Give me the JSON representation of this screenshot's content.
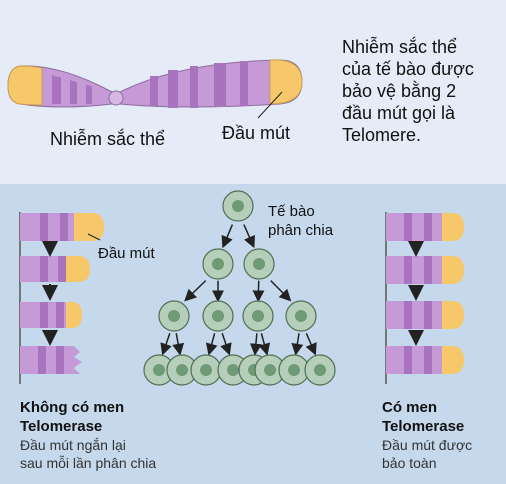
{
  "top": {
    "description_lines": [
      "Nhiễm sắc thể",
      "của tế bào được",
      "bảo vệ bằng 2",
      "đầu mút gọi là",
      "Telomere."
    ],
    "chromosome_label": "Nhiễm sắc thể",
    "telomere_label": "Đầu mút"
  },
  "center": {
    "dividing_cell_lines": [
      "Tế bào",
      "phân chia"
    ]
  },
  "left": {
    "telomere_label": "Đầu mút",
    "title_lines": [
      "Không có men",
      "Telomerase"
    ],
    "caption_lines": [
      "Đầu mút ngắn lại",
      "sau mỗi lần phân chia"
    ]
  },
  "right": {
    "title_lines": [
      "Có men",
      "Telomerase"
    ],
    "caption_lines": [
      "Đầu mút được",
      "bảo toàn"
    ]
  },
  "colors": {
    "top_background": "#e6ecf7",
    "bottom_background": "#c6d8ec",
    "chromatid_purple": "#c59ad6",
    "band_purple": "#a874bd",
    "telomere_orange": "#f6c86a",
    "cell_green": "#b6cfba",
    "nucleus_green": "#6f9a76"
  }
}
